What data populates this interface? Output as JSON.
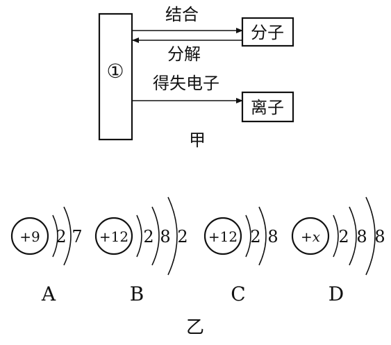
{
  "diagram_jia": {
    "center_label": "①",
    "arrow_combine_label": "结合",
    "arrow_decompose_label": "分解",
    "arrow_electron_label": "得失电子",
    "box_molecule_label": "分子",
    "box_ion_label": "离子",
    "caption": "甲"
  },
  "diagram_yi": {
    "caption": "乙",
    "atoms": [
      {
        "letter": "A",
        "nucleus": "+9",
        "shells": [
          "2",
          "7"
        ]
      },
      {
        "letter": "B",
        "nucleus": "+12",
        "shells": [
          "2",
          "8",
          "2"
        ]
      },
      {
        "letter": "C",
        "nucleus": "+12",
        "shells": [
          "2",
          "8"
        ]
      },
      {
        "letter": "D",
        "nucleus": "+x",
        "shells": [
          "2",
          "8",
          "8"
        ]
      }
    ]
  }
}
